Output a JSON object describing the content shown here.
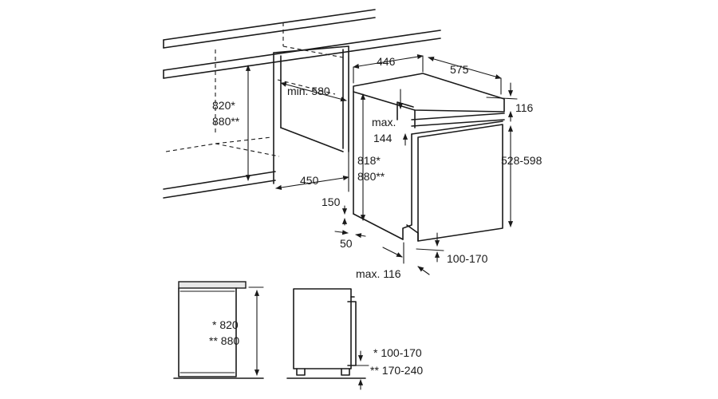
{
  "top": {
    "cabinet_height": [
      "820*",
      "880**"
    ],
    "min_depth": "min. 580",
    "depth_450": "450",
    "width_446": "446",
    "depth_575": "575",
    "dim_116": "116",
    "max_144": [
      "max.",
      "144"
    ],
    "height_818": [
      "818*",
      "880**"
    ],
    "dim_528": "528-598",
    "dim_150": "150",
    "dim_50": "50",
    "dim_100_170": "100-170",
    "max_116": "max. 116"
  },
  "bottom": {
    "height": [
      "* 820",
      "** 880"
    ],
    "plinth": [
      "* 100-170",
      "** 170-240"
    ]
  }
}
